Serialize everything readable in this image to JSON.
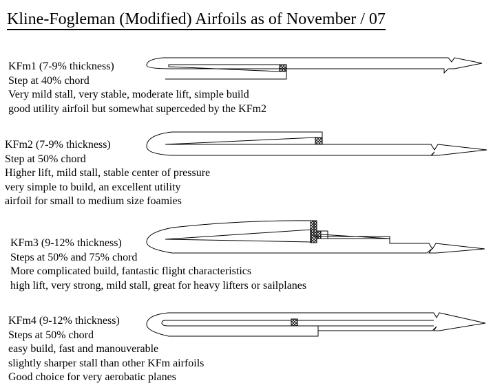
{
  "title": "Kline-Fogleman (Modified) Airfoils as of November / 07",
  "airfoils": [
    {
      "id": "kfm1",
      "lines": [
        "KFm1 (7-9% thickness)",
        "Step at 40% chord",
        "Very mild stall, very stable, moderate lift, simple build",
        "good utility airfoil but somewhat superceded by the KFm2"
      ]
    },
    {
      "id": "kfm2",
      "lines": [
        "KFm2 (7-9% thickness)",
        "Step at 50% chord",
        "Higher lift, mild stall, stable center of pressure",
        "very simple to build, an excellent utility",
        "airfoil for small to medium size foamies"
      ]
    },
    {
      "id": "kfm3",
      "lines": [
        "KFm3 (9-12% thickness)",
        "Steps at 50% and 75% chord",
        "More complicated build, fantastic flight characteristics",
        "high lift, very strong, mild stall, great for heavy lifters or sailplanes"
      ]
    },
    {
      "id": "kfm4",
      "lines": [
        "KFm4 (9-12% thickness)",
        "Steps at 50% chord",
        "easy build, fast and manouverable",
        "slightly sharper stall than other KFm airfoils",
        "Good choice for very aerobatic planes"
      ]
    }
  ]
}
